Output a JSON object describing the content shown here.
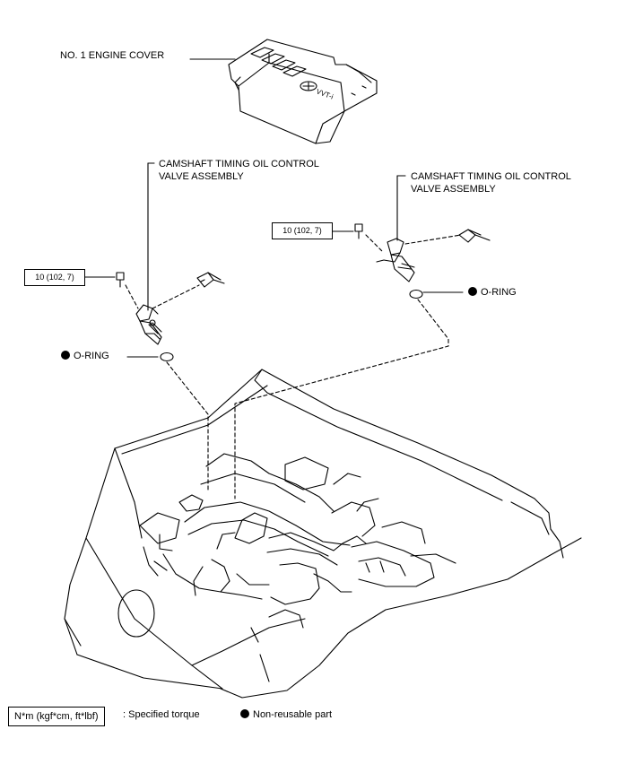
{
  "labels": {
    "engine_cover": "NO. 1 ENGINE COVER",
    "left_valve_line1": "CAMSHAFT TIMING OIL CONTROL",
    "left_valve_line2": "VALVE ASSEMBLY",
    "right_valve_line1": "CAMSHAFT TIMING OIL CONTROL",
    "right_valve_line2": "VALVE ASSEMBLY",
    "left_torque": "10 (102, 7)",
    "right_torque": "10 (102, 7)",
    "left_oring": "O-RING",
    "right_oring": "O-RING"
  },
  "legend": {
    "torque_unit": "N*m (kgf*cm, ft*lbf)",
    "torque_desc": ": Specified torque",
    "nonreusable_desc": "Non-reusable part"
  },
  "cover_badge": "VVT-i",
  "colors": {
    "line": "#000000",
    "background": "#ffffff",
    "marker": "#000000"
  }
}
